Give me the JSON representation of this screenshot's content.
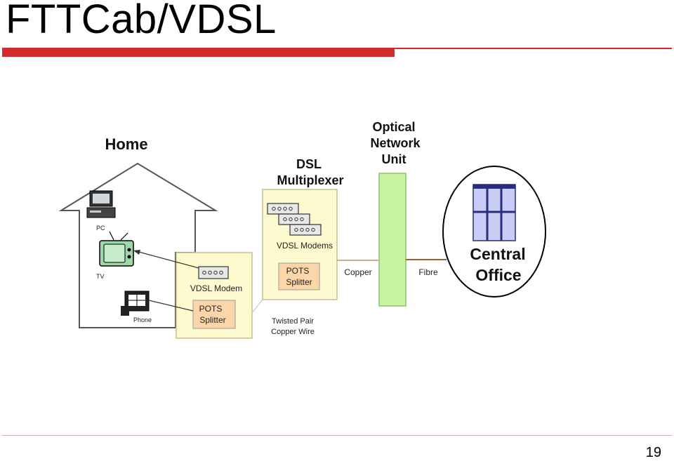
{
  "slide": {
    "title": "FTTCab/VDSL",
    "page_number": "19"
  },
  "diagram": {
    "home_label": "Home",
    "pc_label": "PC",
    "tv_label": "TV",
    "phone_label": "Phone",
    "home_modem_label": "VDSL Modem",
    "home_splitter_line1": "POTS",
    "home_splitter_line2": "Splitter",
    "dslam_title_line1": "DSL",
    "dslam_title_line2": "Multiplexer",
    "dslam_modems_label": "VDSL Modems",
    "dslam_splitter_line1": "POTS",
    "dslam_splitter_line2": "Splitter",
    "twisted_pair_line1": "Twisted Pair",
    "twisted_pair_line2": "Copper Wire",
    "copper_label": "Copper",
    "onu_title_line1": "Optical",
    "onu_title_line2": "Network",
    "onu_title_line3": "Unit",
    "fibre_label": "Fibre",
    "co_line1": "Central",
    "co_line2": "Office"
  },
  "colors": {
    "accent_red": "#d42a2a",
    "box_fill": "#fefad0",
    "box_border": "#c8c08a",
    "splitter_fill": "#fcd6a8",
    "onu_fill": "#c6f2a2",
    "building_fill": "#c8cdf6",
    "fibre_line": "#a0622a"
  }
}
